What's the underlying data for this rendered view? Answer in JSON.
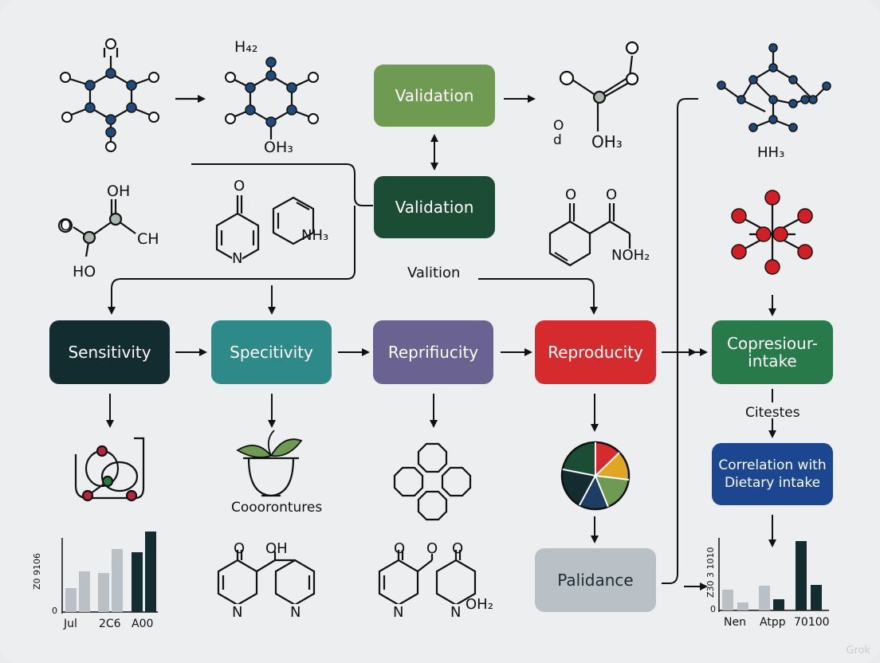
{
  "boxes": {
    "validation_top": "Validation",
    "validation_mid": "Validation",
    "sensitivity": "Sensitivity",
    "specificity": "Specitivity",
    "reprifiucity": "Reprifiucity",
    "reproducity": "Reproducity",
    "compressionintake": "Copresiour-intake",
    "correlation": "Correlation with Dietary intake",
    "palidance": "Palidance"
  },
  "labels": {
    "h_top": "H₄₂",
    "oh3_top": "OH₃",
    "o_small": "O",
    "o_small_d": "d",
    "oh3_carbonyl": "OH₃",
    "hh3": "HH₃",
    "oh_acid": "OH",
    "o_acid": "O",
    "ch_acid": "CH",
    "ho_acid": "HO",
    "pyridone_o": "O",
    "pyridone_n": "N",
    "nh3": "NH₃",
    "valition": "Valition",
    "cyclo_o1": "O",
    "cyclo_o2": "O",
    "noh2": "NOH₂",
    "coorontures": "Cooorontures",
    "citestes": "Citestes",
    "pyr1_o": "O",
    "pyr1_oh": "OH",
    "pyr1_n1": "N",
    "pyr1_n2": "N",
    "pyr2_o1": "O",
    "pyr2_o2": "O",
    "pyr2_o3": "O",
    "pyr2_n1": "N",
    "pyr2_n2": "N",
    "pyr2_oh2": "OH₂",
    "watermark": "Grok"
  },
  "chart_left": {
    "ylabel": "Z0 9106",
    "zero": "0",
    "xlabels": [
      "Jul",
      "2C6",
      "A00"
    ]
  },
  "chart_right": {
    "ylabel": "Z30 3 1010",
    "zero": "0",
    "xlabels": [
      "Nen",
      "Atpp",
      "70100"
    ]
  },
  "colors": {
    "validation_top": "#6e9a52",
    "validation_mid": "#1b4d34",
    "sensitivity": "#132c2f",
    "specificity": "#2e8a89",
    "reprifiucity": "#6a6290",
    "reproducity": "#d52b2e",
    "compression": "#287a4a",
    "correlation": "#1c4690",
    "palidance": "#b9c1c6"
  }
}
